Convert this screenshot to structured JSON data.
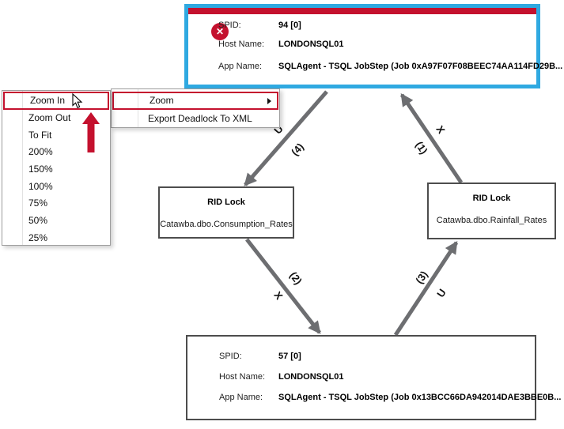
{
  "colors": {
    "accent_red": "#C4112E",
    "selection_blue": "#2FA9E1",
    "arrow_gray": "#6D6E71"
  },
  "icons": {
    "error_x": "✕",
    "submenu_arrow": "right-triangle",
    "cursor": "arrow-pointer",
    "annotation_arrow": "red-up-arrow"
  },
  "top_node": {
    "type": "process",
    "selected": true,
    "deadlock_victim": true,
    "fields": [
      {
        "label": "SPID:",
        "value": "94 [0]"
      },
      {
        "label": "Host Name:",
        "value": "LONDONSQL01"
      },
      {
        "label": "App Name:",
        "value": "SQLAgent - TSQL JobStep (Job 0xA97F07F08BEEC74AA114FD29B..."
      }
    ]
  },
  "bottom_node": {
    "type": "process",
    "selected": false,
    "fields": [
      {
        "label": "SPID:",
        "value": "57 [0]"
      },
      {
        "label": "Host Name:",
        "value": "LONDONSQL01"
      },
      {
        "label": "App Name:",
        "value": "SQLAgent - TSQL JobStep (Job 0x13BCC66DA942014DAE3BBE0B..."
      }
    ]
  },
  "locks": {
    "left": {
      "title": "RID Lock",
      "resource": "Catawba.dbo.Consumption_Rates"
    },
    "right": {
      "title": "RID Lock",
      "resource": "Catawba.dbo.Rainfall_Rates"
    }
  },
  "edges": [
    {
      "from": "spid-94",
      "to": "consumption-lock",
      "mode": "U",
      "seq": "(4)"
    },
    {
      "from": "consumption-lock",
      "to": "spid-57",
      "mode": "X",
      "seq": "(2)"
    },
    {
      "from": "spid-57",
      "to": "rainfall-lock",
      "mode": "U",
      "seq": "(3)"
    },
    {
      "from": "rainfall-lock",
      "to": "spid-94",
      "mode": "X",
      "seq": "(1)"
    }
  ],
  "context_menu": {
    "items": [
      {
        "label": "Zoom",
        "has_submenu": true,
        "highlighted": true
      },
      {
        "label": "Export Deadlock To XML",
        "has_submenu": false,
        "highlighted": false
      }
    ]
  },
  "zoom_submenu": {
    "highlighted_item": "Zoom In",
    "items": [
      "Zoom In",
      "Zoom Out",
      "To Fit",
      "200%",
      "150%",
      "100%",
      "75%",
      "50%",
      "25%"
    ]
  }
}
